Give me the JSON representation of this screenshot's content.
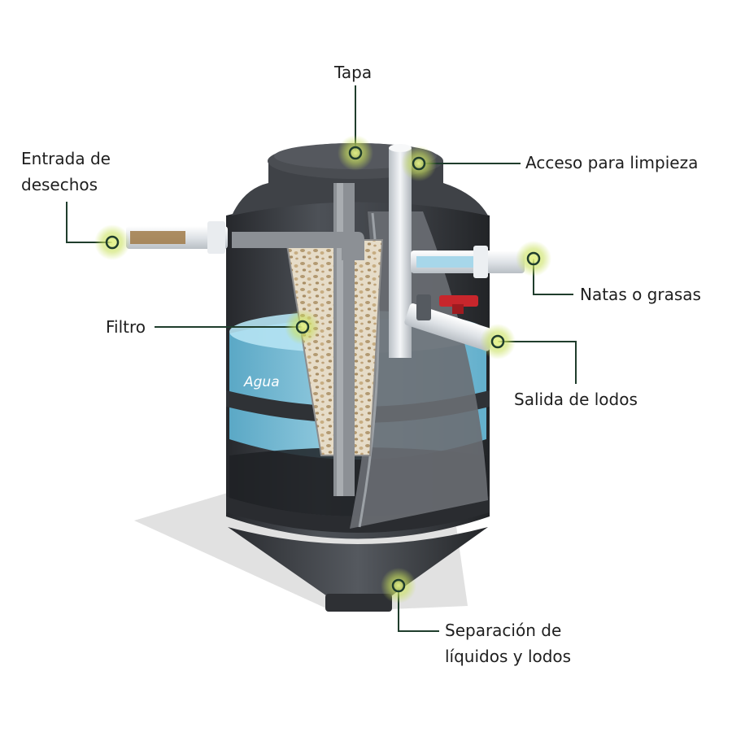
{
  "labels": {
    "tapa": "Tapa",
    "entrada_line1": "Entrada de",
    "entrada_line2": "desechos",
    "acceso": "Acceso para limpieza",
    "natas": "Natas o grasas",
    "filtro": "Filtro",
    "salida": "Salida de lodos",
    "separacion_line1": "Separación de",
    "separacion_line2": "líquidos y lodos"
  },
  "water_label": "Agua",
  "colors": {
    "tank_dark": "#3a3d42",
    "tank_mid": "#4e5258",
    "water": "#8fd0e8",
    "pipe": "#e6e9ec",
    "valve": "#c8262c",
    "callout_line": "#1f3d2c",
    "marker": "#c8e05a"
  }
}
